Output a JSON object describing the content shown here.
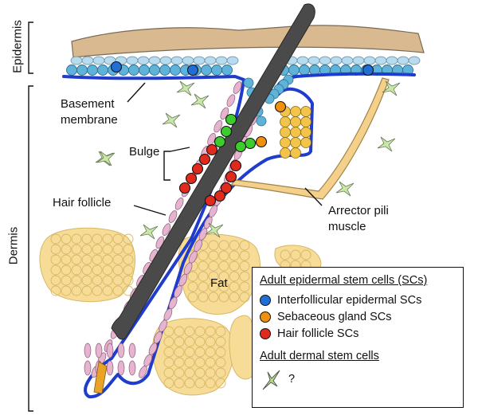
{
  "labels": {
    "epidermis": "Epidermis",
    "dermis": "Dermis",
    "basement_membrane_line1": "Basement",
    "basement_membrane_line2": "membrane",
    "bulge": "Bulge",
    "hair_follicle": "Hair follicle",
    "arrector_line1": "Arrector pili",
    "arrector_line2": "muscle",
    "fat": "Fat"
  },
  "legend": {
    "title_epidermal": "Adult epidermal stem cells (SCs)",
    "items": [
      {
        "label": "Interfollicular epidermal SCs",
        "color": "#1f6fd6",
        "icon": "blue-cell"
      },
      {
        "label": "Sebaceous gland SCs",
        "color": "#f0900f",
        "icon": "orange-cell"
      },
      {
        "label": "Hair follicle SCs",
        "color": "#e02a1d",
        "icon": "red-cell"
      }
    ],
    "title_dermal": "Adult dermal stem cells",
    "dermal_item": {
      "label": "?",
      "icon": "dermal-cell"
    }
  },
  "colors": {
    "skin": "#d9b98f",
    "basal_cell": "#5fb3d9",
    "suprabasal_cell": "#b8dcef",
    "membrane": "#1f3ccc",
    "fat": "#f6dc97",
    "sebaceous": "#f3c44a",
    "hair": "#4a4a4a",
    "muscle": "#f4d08a",
    "follicle_cell": "#e7b4cf",
    "green_cell": "#3ccd2d"
  }
}
